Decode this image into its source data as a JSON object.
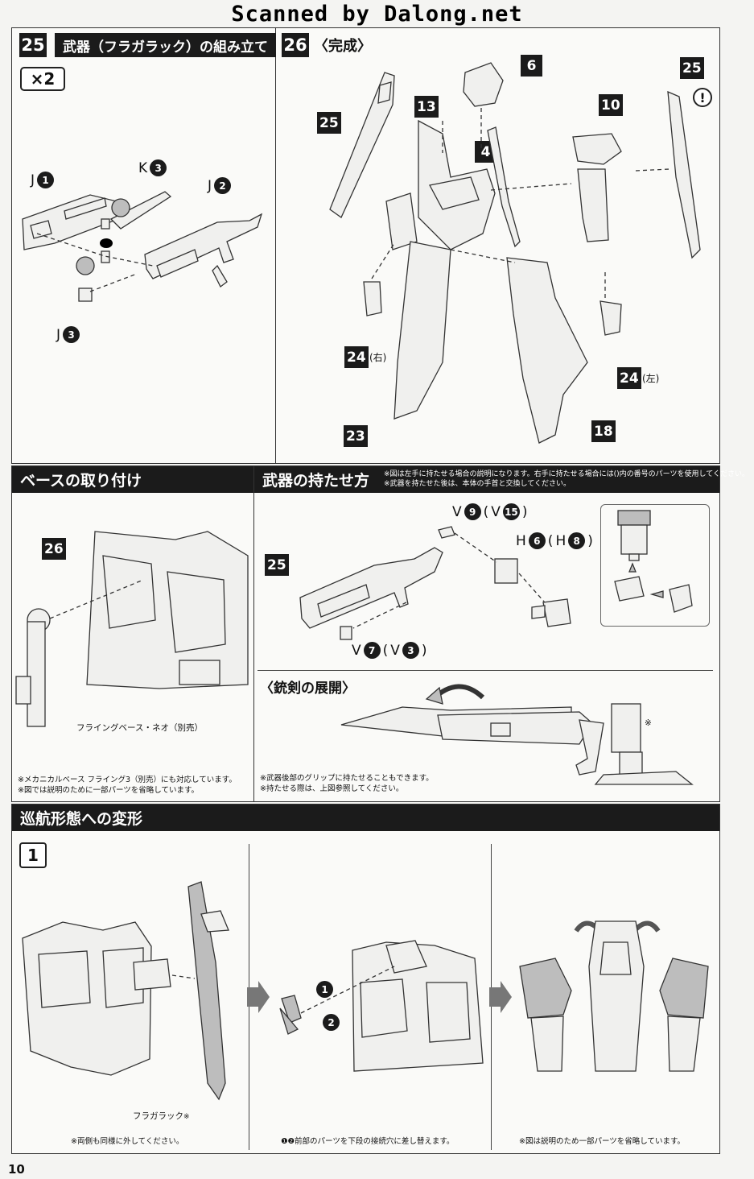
{
  "watermark": "Scanned by Dalong.net",
  "step25": {
    "number": "25",
    "title": "武器（フラガラック）の組み立て",
    "multiplier": "×2",
    "parts": [
      {
        "label": "J",
        "num": "1"
      },
      {
        "label": "K",
        "num": "3"
      },
      {
        "label": "J",
        "num": "2"
      },
      {
        "label": "J",
        "num": "3"
      }
    ]
  },
  "step26": {
    "number": "26",
    "title": "〈完成〉",
    "tags": [
      "6",
      "25",
      "13",
      "4",
      "10",
      "25",
      "24",
      "24",
      "23",
      "18"
    ],
    "tag_notes": [
      "(右)",
      "(左)"
    ]
  },
  "base_section": {
    "title": "ベースの取り付け",
    "tag": "26",
    "caption": "フライングベース・ネオ（別売）",
    "notes": [
      "※メカニカルベース フライング3（別売）にも対応しています。",
      "※図では説明のために一部パーツを省略しています。"
    ]
  },
  "weapon_hold": {
    "title": "武器の持たせ方",
    "header_notes": [
      "※図は左手に持たせる場合の説明になります。右手に持たせる場合には()内の番号のパーツを使用してください。",
      "※武器を持たせた後は、本体の手首と交換してください。"
    ],
    "tag": "25",
    "parts": [
      {
        "label": "V",
        "num": "9",
        "alt_label": "V",
        "alt_num": "15"
      },
      {
        "label": "H",
        "num": "6",
        "alt_label": "H",
        "alt_num": "8"
      },
      {
        "label": "V",
        "num": "7",
        "alt_label": "V",
        "alt_num": "3"
      }
    ]
  },
  "sword_deploy": {
    "title": "〈銃剣の展開〉",
    "mark": "※",
    "notes": [
      "※武器後部のグリップに持たせることもできます。",
      "※持たせる際は、上図参照してください。"
    ]
  },
  "transform": {
    "title": "巡航形態への変形",
    "step": "1",
    "caption_fragarach": "フラガラック",
    "caption_mark": "※",
    "bubbles": [
      "1",
      "2"
    ],
    "notes": [
      "※両側も同様に外してください。",
      "❶❷前部のパーツを下段の接続穴に差し替えます。",
      "※図は説明のため一部パーツを省略しています。"
    ]
  },
  "page_number": "10"
}
